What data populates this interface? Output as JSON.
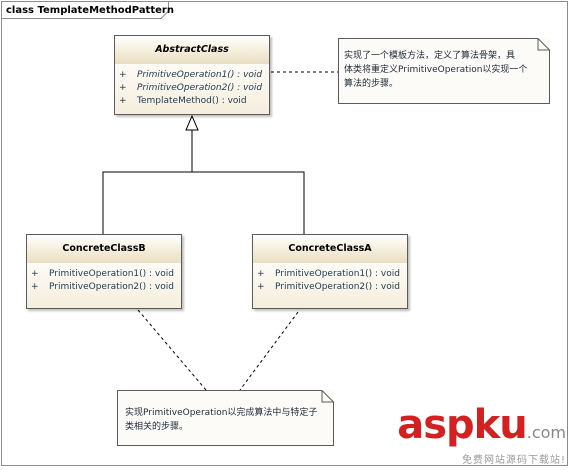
{
  "frame": {
    "keyword": "class",
    "name": "TemplateMethodPattern"
  },
  "classes": {
    "abstract": {
      "name": "AbstractClass",
      "operations": [
        {
          "visibility": "+",
          "signature": "PrimitiveOperation1() : void",
          "italic": true
        },
        {
          "visibility": "+",
          "signature": "PrimitiveOperation2() : void",
          "italic": true
        },
        {
          "visibility": "+",
          "signature": "TemplateMethod() : void",
          "italic": false
        }
      ]
    },
    "concrete_b": {
      "name": "ConcreteClassB",
      "operations": [
        {
          "visibility": "+",
          "signature": "PrimitiveOperation1() : void"
        },
        {
          "visibility": "+",
          "signature": "PrimitiveOperation2() : void"
        }
      ]
    },
    "concrete_a": {
      "name": "ConcreteClassA",
      "operations": [
        {
          "visibility": "+",
          "signature": "PrimitiveOperation1() : void"
        },
        {
          "visibility": "+",
          "signature": "PrimitiveOperation2() : void"
        }
      ]
    }
  },
  "notes": {
    "top": {
      "lines": [
        "实现了一个模板方法，定义了算法骨架，具",
        "体类将重定义PrimitiveOperation以实现一个",
        "算法的步骤。"
      ]
    },
    "bottom": {
      "lines": [
        "实现PrimitiveOperation以完成算法中与特定子",
        "类相关的步骤。"
      ]
    }
  },
  "watermark": {
    "logo_a": "asp",
    "logo_b": "ku",
    "logo_c": ".com",
    "subtitle": "免费网站源码下载站!"
  },
  "colors": {
    "class_header_top": "#ffffff",
    "class_header_bottom": "#e8dec2",
    "class_border": "#5b5b5b",
    "operation_text": "#1f3a52",
    "watermark_red": "#d32020"
  }
}
